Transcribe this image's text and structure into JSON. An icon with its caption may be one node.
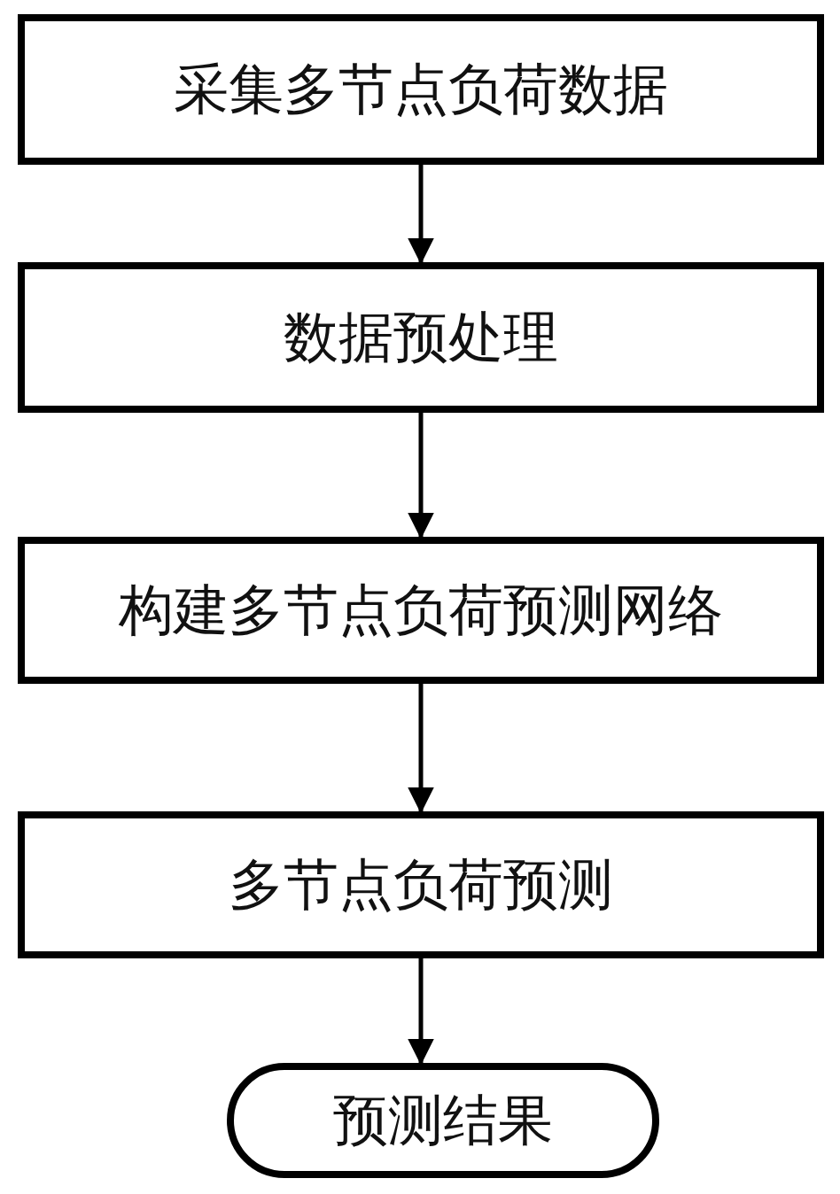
{
  "diagram": {
    "nodes": [
      {
        "text": [
          "采集多节点负荷数据"
        ]
      },
      {
        "text": [
          "数据预处理"
        ]
      },
      {
        "text": [
          "构建多节点负荷预测网络"
        ]
      },
      {
        "text": [
          "多节点负荷预测"
        ]
      },
      {
        "text": [
          "预测结果"
        ]
      }
    ],
    "edges": [
      {
        "from": 0,
        "to": 1,
        "arrow": "to"
      },
      {
        "from": 1,
        "to": 2,
        "arrow": "to"
      },
      {
        "from": 2,
        "to": 3,
        "arrow": "to"
      },
      {
        "from": 3,
        "to": 4,
        "arrow": "to"
      }
    ]
  }
}
